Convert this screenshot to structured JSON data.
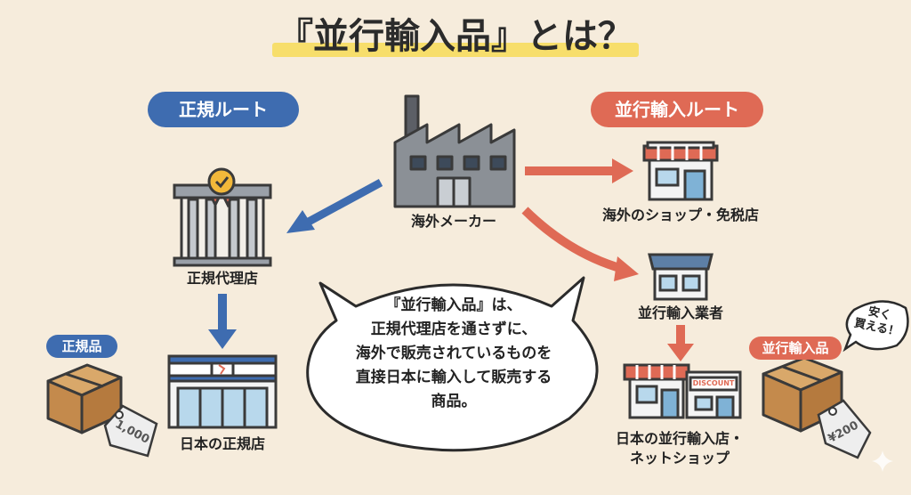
{
  "title": "『並行輸入品』とは？",
  "routes": {
    "official": "正規ルート",
    "parallel": "並行輸入ルート"
  },
  "nodes": {
    "maker": "海外メーカー",
    "official_agent": "正規代理店",
    "official_store": "日本の正規店",
    "overseas_shop": "海外のショップ・免税店",
    "parallel_importer": "並行輸入業者",
    "parallel_store_line1": "日本の並行輸入店・",
    "parallel_store_line2": "ネットショップ",
    "discount_sign": "DISCOUNT"
  },
  "products": {
    "official_label": "正規品",
    "official_price": "1,000",
    "parallel_label": "並行輸入品",
    "parallel_price": "¥200",
    "cheap_line1": "安く",
    "cheap_line2": "買える！"
  },
  "definition": {
    "line1": "『並行輸入品』は、",
    "line2": "正規代理店を通さずに、",
    "line3": "海外で販売されているものを",
    "line4": "直接日本に輸入して販売する",
    "line5": "商品。"
  },
  "colors": {
    "background": "#f6ecdc",
    "official_blue": "#3e6cb0",
    "parallel_red": "#df6a55",
    "highlight_yellow": "#f7de6b"
  }
}
